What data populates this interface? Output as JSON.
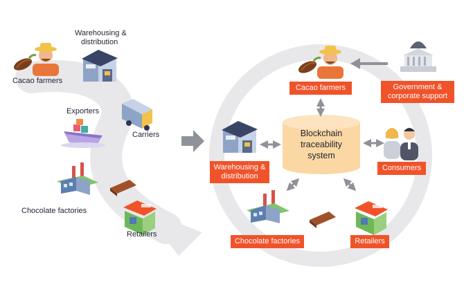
{
  "supply_chain": {
    "cacao_farmers": "Cacao farmers",
    "warehousing": [
      "Warehousing &",
      "distribution"
    ],
    "exporters": "Exporters",
    "carriers": "Carriers",
    "chocolate_factories": "Chocolate factories",
    "retailers": "Retailers"
  },
  "blockchain_view": {
    "core": [
      "Blockchain",
      "traceability",
      "system"
    ],
    "cacao_farmers": "Cacao farmers",
    "government": [
      "Government &",
      "corporate support"
    ],
    "warehousing": [
      "Warehousing &",
      "distribution"
    ],
    "consumers": "Consumers",
    "chocolate_factories": "Chocolate factories",
    "retailers": "Retailers"
  },
  "colors": {
    "accent": "#f0532a",
    "flow_gray": "#e8e8ea",
    "core_fill": "#fbd7a3",
    "arrow_gray": "#8f9298"
  },
  "icons": [
    "cacao-pod-icon",
    "farmer-icon",
    "warehouse-icon",
    "truck-icon",
    "ship-icon",
    "factory-icon",
    "chocolate-bar-icon",
    "shop-icon",
    "government-building-icon",
    "consumers-icon",
    "transition-arrow-icon",
    "double-arrow-icon"
  ]
}
